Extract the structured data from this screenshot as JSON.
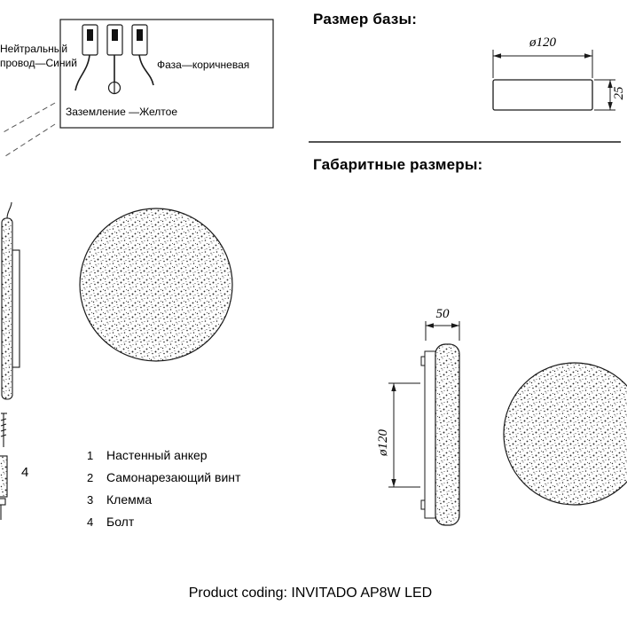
{
  "wiring": {
    "neutral": "Нейтральный провод—Синий",
    "phase": "Фаза—коричневая",
    "ground": "Заземление —Желтое"
  },
  "sections": {
    "base_size": "Размер базы:",
    "overall_size": "Габаритные размеры:"
  },
  "dims": {
    "base_diameter": "ø120",
    "base_thickness": "25",
    "depth": "50",
    "lamp_diameter": "ø120"
  },
  "callout": {
    "part4": "4"
  },
  "parts": [
    {
      "num": "1",
      "label": "Настенный анкер"
    },
    {
      "num": "2",
      "label": "Самонарезающий винт"
    },
    {
      "num": "3",
      "label": "Клемма"
    },
    {
      "num": "4",
      "label": "Болт"
    }
  ],
  "footer": {
    "product_coding": "Product coding: INVITADO AP8W LED"
  }
}
